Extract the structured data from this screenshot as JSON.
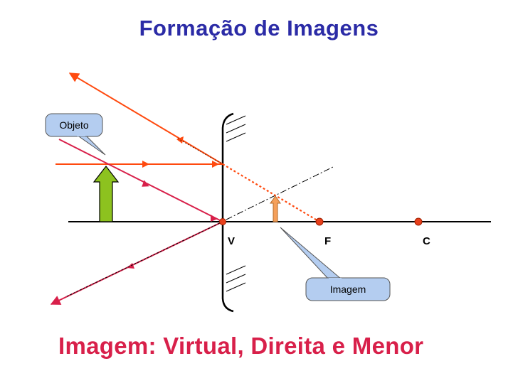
{
  "title": "Formação de Imagens",
  "caption": "Imagem: Virtual, Direita e Menor",
  "labels": {
    "vertex": "V",
    "focus": "F",
    "center": "C",
    "object_callout": "Objeto",
    "image_callout": "Imagem"
  },
  "colors": {
    "title": "#2b2ba6",
    "caption": "#d8204a",
    "incident_ray": "#ff4a0f",
    "vertex_ray": "#d8204a",
    "object_arrow": "#8dc21f",
    "image_arrow": "#f5a05a",
    "point": "#e8401c",
    "callout_fill": "#b4cdf0"
  }
}
